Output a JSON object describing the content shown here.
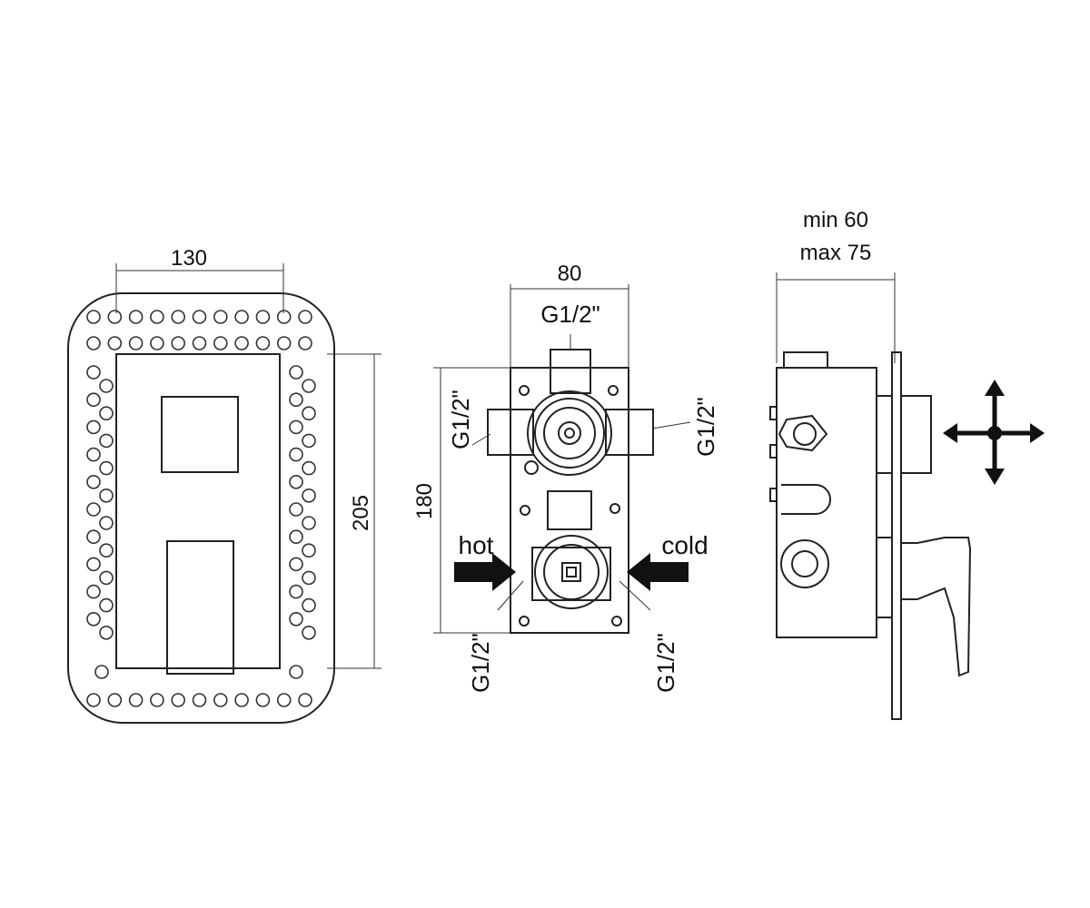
{
  "front_view": {
    "width_dim": "130",
    "height_dim": "205"
  },
  "body_view": {
    "width_dim": "80",
    "height_dim": "180",
    "top_port": "G1/2\"",
    "left_port": "G1/2\"",
    "right_port": "G1/2\"",
    "bottom_left_port": "G1/2\"",
    "bottom_right_port": "G1/2\"",
    "hot_label": "hot",
    "cold_label": "cold"
  },
  "side_view": {
    "depth_min": "min 60",
    "depth_max": "max 75"
  }
}
